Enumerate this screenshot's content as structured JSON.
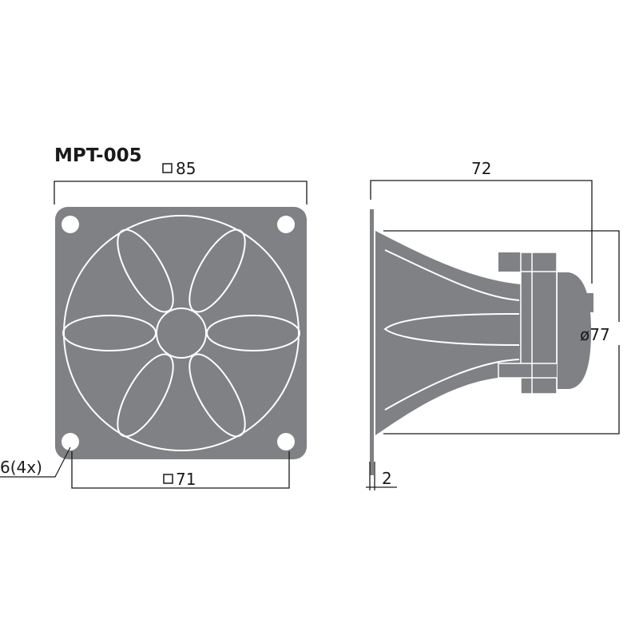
{
  "title": "MPT-005",
  "colors": {
    "body": "#808184",
    "line": "#1a1a1a",
    "highlight": "#ffffff"
  },
  "front_view": {
    "width_label": "85",
    "hole_spacing_label": "71",
    "hole_label": "6(4x)",
    "square_symbol": "square-icon"
  },
  "side_view": {
    "depth_label": "72",
    "diameter_label": "ø77",
    "flange_thickness_label": "2"
  }
}
